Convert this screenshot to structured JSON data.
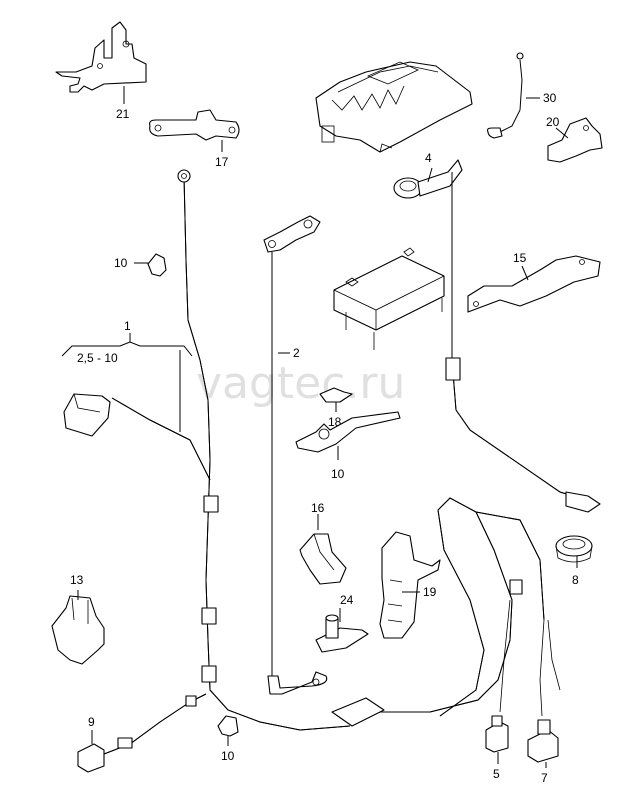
{
  "watermark": "vagtec.ru",
  "callouts": {
    "c21": "21",
    "c17": "17",
    "c10a": "10",
    "c1": "1",
    "c2_5_10": "2,5 - 10",
    "c13": "13",
    "c9": "9",
    "c10b": "10",
    "c2": "2",
    "c4": "4",
    "c30": "30",
    "c20": "20",
    "c15": "15",
    "c18": "18",
    "c10c": "10",
    "c16": "16",
    "c24": "24",
    "c19": "19",
    "c8": "8",
    "c5": "5",
    "c7": "7"
  }
}
